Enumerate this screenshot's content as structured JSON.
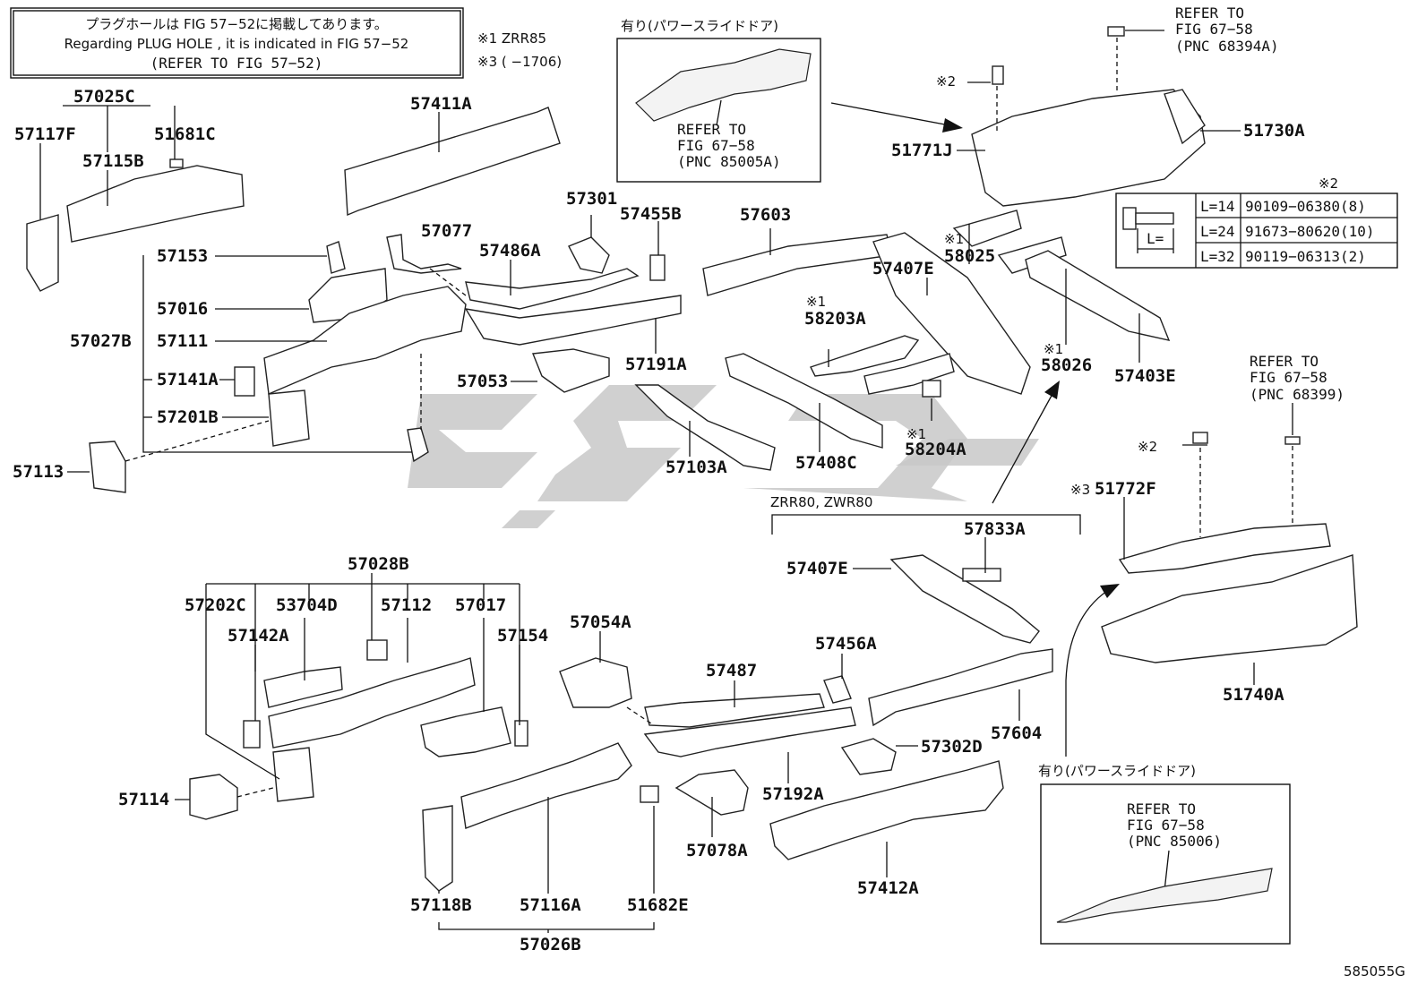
{
  "note": {
    "line1": "プラグホールは FIG 57−52に掲載してあります。",
    "line2": "Regarding PLUG HOLE , it is indicated in FIG 57−52",
    "line3": "(REFER TO FIG 57−52)"
  },
  "legend_notes": [
    "※1 ZRR85",
    "※3 (      −1706)"
  ],
  "boxes": {
    "top_ref": {
      "title": "有り(パワースライドドア)",
      "line1": "REFER TO",
      "line2": "FIG 67−58",
      "line3": "(PNC 85005A)"
    },
    "bottom_ref": {
      "title": "有り(パワースライドドア)",
      "line1": "REFER TO",
      "line2": "FIG 67−58",
      "line3": "(PNC 85006)"
    }
  },
  "refs": {
    "r1": {
      "line1": "REFER TO",
      "line2": "FIG 67−58",
      "line3": "(PNC 68394A)"
    },
    "r2": {
      "line1": "REFER TO",
      "line2": "FIG 67−58",
      "line3": "(PNC 68399)"
    }
  },
  "bolt_table": {
    "title": "※2",
    "dim_label": "L=",
    "rows": [
      {
        "len": "L=14",
        "pn": "90109−06380(8)"
      },
      {
        "len": "L=24",
        "pn": "91673−80620(10)"
      },
      {
        "len": "L=32",
        "pn": "90119−06313(2)"
      }
    ]
  },
  "variant_label": "ZRR80, ZWR80",
  "marks": {
    "m1": "※1",
    "m2": "※2",
    "m3": "※3"
  },
  "parts": {
    "p57025C": "57025C",
    "p57117F": "57117F",
    "p51681C": "51681C",
    "p57115B": "57115B",
    "p57411A": "57411A",
    "p57153": "57153",
    "p57077": "57077",
    "p57016": "57016",
    "p57027B": "57027B",
    "p57111": "57111",
    "p57141A": "57141A",
    "p57201B": "57201B",
    "p57113": "57113",
    "p57301": "57301",
    "p57455B": "57455B",
    "p57486A": "57486A",
    "p57191A": "57191A",
    "p57053": "57053",
    "p57103A": "57103A",
    "p57603": "57603",
    "p57407E": "57407E",
    "p58025": "58025",
    "p58203A": "58203A",
    "p57408C": "57408C",
    "p58204A": "58204A",
    "p58026": "58026",
    "p57403E": "57403E",
    "p51771J": "51771J",
    "p51730A": "51730A",
    "p51772F": "51772F",
    "p51740A": "51740A",
    "p57833A": "57833A",
    "p57407E2": "57407E",
    "p57604": "57604",
    "p57456A": "57456A",
    "p57487": "57487",
    "p57302D": "57302D",
    "p57192A": "57192A",
    "p57054A": "57054A",
    "p57078A": "57078A",
    "p57412A": "57412A",
    "p57028B": "57028B",
    "p57202C": "57202C",
    "p53704D": "53704D",
    "p57112": "57112",
    "p57017": "57017",
    "p57142A": "57142A",
    "p57154": "57154",
    "p57114": "57114",
    "p57118B": "57118B",
    "p57116A": "57116A",
    "p51682E": "51682E",
    "p57026B": "57026B"
  },
  "figure_id": "585055G"
}
